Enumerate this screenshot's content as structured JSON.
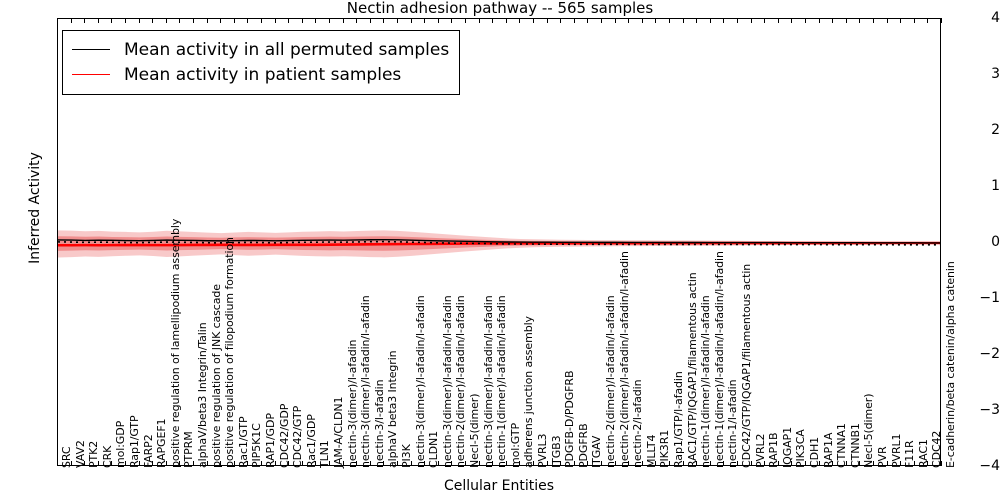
{
  "chart_data": {
    "type": "line",
    "title": "Nectin adhesion pathway -- 565 samples",
    "xlabel": "Cellular Entities",
    "ylabel": "Inferred Activity",
    "ylim": [
      -4,
      4
    ],
    "yticks": [
      4,
      3,
      2,
      1,
      0,
      -1,
      -2,
      -3,
      -4
    ],
    "grid": false,
    "legend_position": "upper left",
    "legend": [
      {
        "name": "Mean activity in all permuted samples",
        "color": "#000000"
      },
      {
        "name": "Mean activity in patient samples",
        "color": "#ff0000"
      }
    ],
    "categories": [
      "SRC",
      "VAV2",
      "PTK2",
      "CRK",
      "mol:GDP",
      "Rap1/GTP",
      "FARP2",
      "RAPGEF1",
      "positive regulation of lamellipodium assembly",
      "PTPRM",
      "alphaV/beta3 Integrin/Talin",
      "positive regulation of JNK cascade",
      "positive regulation of filopodium formation",
      "Rac1/GTP",
      "PIP5K1C",
      "RAP1/GDP",
      "CDC42/GDP",
      "CDC42/GTP",
      "Rac1/GDP",
      "TLN1",
      "JAM-A/CLDN1",
      "nectin-3(dimer)/l-afadin",
      "nectin-3(dimer)/l-afadin/l-afadin",
      "nectin-3/l-afadin",
      "alphaV beta3 Integrin",
      "PI3K",
      "nectin-3(dimer)/l-afadin/l-afadin",
      "CLDN1",
      "nectin-3(dimer)/l-afadin/l-afadin",
      "nectin-2(dimer)/l-afadin/l-afadin",
      "Necl-5(dimer)",
      "nectin-3(dimer)/l-afadin/l-afadin",
      "nectin-1(dimer)/l-afadin/l-afadin",
      "mol:GTP",
      "adherens junction assembly",
      "PVRL3",
      "ITGB3",
      "PDGFB-D/PDGFRB",
      "PDGFRB",
      "ITGAV",
      "nectin-2(dimer)/l-afadin/l-afadin",
      "nectin-2(dimer)/l-afadin/l-afadin/l-afadin",
      "nectin-2/l-afadin",
      "MLLT4",
      "PIK3R1",
      "Rap1/GTP/l-afadin",
      "RAC1/GTP/IQGAP1/filamentous actin",
      "nectin-1(dimer)/l-afadin/l-afadin",
      "nectin-1(dimer)/l-afadin/l-afadin/l-afadin",
      "nectin-1/l-afadin",
      "CDC42/GTP/IQGAP1/filamentous actin",
      "PVRL2",
      "RAP1B",
      "IQGAP1",
      "PIK3CA",
      "CDH1",
      "RAP1A",
      "CTNNA1",
      "CTNNB1",
      "Necl-5(dimer)",
      "PVR",
      "PVRL1",
      "F11R",
      "RAC1",
      "CDC42",
      "E-cadherin/beta catenin/alpha catenin"
    ],
    "series": [
      {
        "name": "Mean activity in all permuted samples",
        "color": "#000000",
        "values": [
          0.055,
          0.052,
          0.046,
          0.05,
          0.048,
          0.044,
          0.041,
          0.046,
          0.052,
          0.048,
          0.045,
          0.04,
          0.038,
          0.042,
          0.046,
          0.043,
          0.039,
          0.044,
          0.048,
          0.05,
          0.052,
          0.05,
          0.054,
          0.058,
          0.06,
          0.056,
          0.05,
          0.044,
          0.038,
          0.034,
          0.03,
          0.026,
          0.022,
          0.018,
          0.016,
          0.015,
          0.014,
          0.013,
          0.012,
          0.012,
          0.011,
          0.011,
          0.01,
          0.01,
          0.01,
          0.009,
          0.009,
          0.009,
          0.008,
          0.008,
          0.008,
          0.007,
          0.007,
          0.007,
          0.006,
          0.006,
          0.006,
          0.005,
          0.005,
          0.005,
          0.004,
          0.004,
          0.003,
          0.003,
          0.002,
          0.002,
          0.001
        ]
      },
      {
        "name": "Mean activity in patient samples",
        "color": "#ff0000",
        "values": [
          -0.04,
          -0.04,
          -0.038,
          -0.04,
          -0.038,
          -0.036,
          -0.036,
          -0.038,
          -0.038,
          -0.036,
          -0.035,
          -0.034,
          -0.033,
          -0.034,
          -0.035,
          -0.034,
          -0.032,
          -0.032,
          -0.033,
          -0.032,
          -0.03,
          -0.028,
          -0.026,
          -0.024,
          -0.022,
          -0.02,
          -0.018,
          -0.016,
          -0.014,
          -0.012,
          -0.01,
          -0.009,
          -0.008,
          -0.007,
          -0.006,
          -0.005,
          -0.005,
          -0.004,
          -0.004,
          -0.004,
          -0.003,
          -0.003,
          -0.003,
          -0.003,
          -0.002,
          -0.002,
          -0.002,
          -0.002,
          -0.002,
          -0.002,
          -0.002,
          -0.001,
          -0.001,
          -0.001,
          -0.001,
          -0.001,
          -0.001,
          -0.001,
          -0.001,
          -0.001,
          -0.001,
          0.0,
          0.0,
          0.0,
          0.0,
          0.0,
          0.0
        ]
      }
    ],
    "bands": [
      {
        "name": "outer-confidence-band",
        "color": "#f4a8a8",
        "opacity": 0.62,
        "upper": [
          0.225,
          0.22,
          0.21,
          0.216,
          0.204,
          0.198,
          0.19,
          0.2,
          0.218,
          0.208,
          0.196,
          0.186,
          0.176,
          0.188,
          0.198,
          0.19,
          0.18,
          0.19,
          0.2,
          0.206,
          0.212,
          0.206,
          0.214,
          0.222,
          0.226,
          0.216,
          0.202,
          0.184,
          0.166,
          0.148,
          0.13,
          0.114,
          0.098,
          0.082,
          0.072,
          0.066,
          0.062,
          0.058,
          0.055,
          0.054,
          0.052,
          0.051,
          0.049,
          0.048,
          0.047,
          0.045,
          0.046,
          0.044,
          0.042,
          0.04,
          0.04,
          0.036,
          0.034,
          0.033,
          0.031,
          0.03,
          0.028,
          0.026,
          0.025,
          0.024,
          0.021,
          0.019,
          0.017,
          0.014,
          0.011,
          0.008,
          0.005
        ],
        "lower": [
          -0.26,
          -0.252,
          -0.24,
          -0.248,
          -0.236,
          -0.228,
          -0.22,
          -0.232,
          -0.25,
          -0.238,
          -0.226,
          -0.214,
          -0.204,
          -0.216,
          -0.228,
          -0.218,
          -0.208,
          -0.218,
          -0.23,
          -0.236,
          -0.242,
          -0.236,
          -0.244,
          -0.252,
          -0.256,
          -0.246,
          -0.23,
          -0.21,
          -0.19,
          -0.17,
          -0.15,
          -0.132,
          -0.114,
          -0.096,
          -0.084,
          -0.076,
          -0.071,
          -0.067,
          -0.064,
          -0.062,
          -0.06,
          -0.058,
          -0.056,
          -0.055,
          -0.053,
          -0.052,
          -0.053,
          -0.05,
          -0.048,
          -0.046,
          -0.045,
          -0.041,
          -0.039,
          -0.037,
          -0.035,
          -0.033,
          -0.031,
          -0.029,
          -0.028,
          -0.026,
          -0.023,
          -0.021,
          -0.018,
          -0.015,
          -0.012,
          -0.009,
          -0.006
        ]
      },
      {
        "name": "inner-confidence-band",
        "color": "#ef8484",
        "opacity": 0.85,
        "upper": [
          0.12,
          0.118,
          0.112,
          0.115,
          0.108,
          0.105,
          0.1,
          0.106,
          0.116,
          0.11,
          0.104,
          0.099,
          0.094,
          0.1,
          0.105,
          0.101,
          0.096,
          0.101,
          0.107,
          0.11,
          0.113,
          0.11,
          0.114,
          0.118,
          0.12,
          0.115,
          0.108,
          0.098,
          0.088,
          0.079,
          0.069,
          0.061,
          0.053,
          0.045,
          0.04,
          0.037,
          0.035,
          0.033,
          0.031,
          0.03,
          0.029,
          0.029,
          0.028,
          0.027,
          0.027,
          0.026,
          0.026,
          0.025,
          0.024,
          0.023,
          0.023,
          0.021,
          0.02,
          0.019,
          0.018,
          0.017,
          0.016,
          0.015,
          0.014,
          0.014,
          0.012,
          0.011,
          0.01,
          0.008,
          0.007,
          0.005,
          0.003
        ],
        "lower": [
          -0.14,
          -0.136,
          -0.13,
          -0.134,
          -0.127,
          -0.123,
          -0.118,
          -0.125,
          -0.135,
          -0.128,
          -0.122,
          -0.116,
          -0.11,
          -0.117,
          -0.123,
          -0.118,
          -0.112,
          -0.118,
          -0.124,
          -0.127,
          -0.131,
          -0.127,
          -0.132,
          -0.136,
          -0.138,
          -0.133,
          -0.124,
          -0.113,
          -0.102,
          -0.092,
          -0.081,
          -0.071,
          -0.062,
          -0.052,
          -0.046,
          -0.042,
          -0.039,
          -0.037,
          -0.035,
          -0.034,
          -0.033,
          -0.032,
          -0.031,
          -0.03,
          -0.029,
          -0.029,
          -0.029,
          -0.028,
          -0.027,
          -0.026,
          -0.025,
          -0.023,
          -0.022,
          -0.021,
          -0.019,
          -0.018,
          -0.017,
          -0.016,
          -0.015,
          -0.014,
          -0.013,
          -0.011,
          -0.01,
          -0.008,
          -0.007,
          -0.005,
          -0.003
        ]
      }
    ]
  }
}
